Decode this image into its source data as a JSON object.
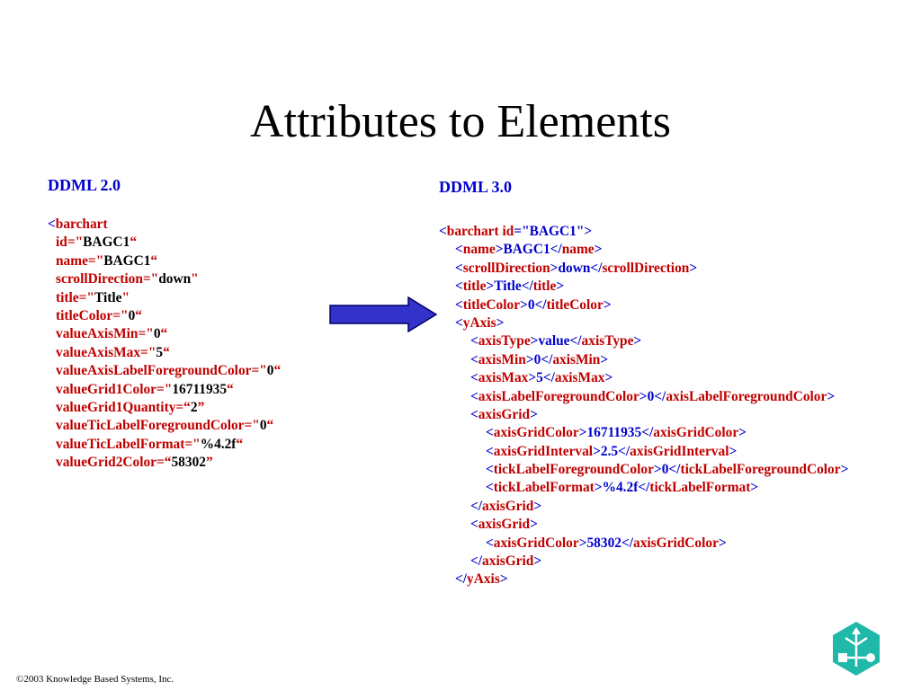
{
  "title": "Attributes to Elements",
  "left": {
    "heading": "DDML 2.0",
    "lines": [
      [
        {
          "t": "<",
          "c": "blue"
        },
        {
          "t": "barchart",
          "c": "red"
        }
      ],
      [
        {
          "t": "id=",
          "c": "red"
        },
        {
          "t": "\"",
          "c": "red"
        },
        {
          "t": "BAGC1",
          "c": "black"
        },
        {
          "t": "“",
          "c": "red"
        }
      ],
      [
        {
          "t": "name=",
          "c": "red"
        },
        {
          "t": "\"",
          "c": "red"
        },
        {
          "t": "BAGC1",
          "c": "black"
        },
        {
          "t": "“",
          "c": "red"
        }
      ],
      [
        {
          "t": "scrollDirection=",
          "c": "red"
        },
        {
          "t": "\"",
          "c": "red"
        },
        {
          "t": "down",
          "c": "black"
        },
        {
          "t": "\"",
          "c": "red"
        }
      ],
      [
        {
          "t": "title=",
          "c": "red"
        },
        {
          "t": "\"",
          "c": "red"
        },
        {
          "t": "Title",
          "c": "black"
        },
        {
          "t": "\"",
          "c": "red"
        }
      ],
      [
        {
          "t": "titleColor=",
          "c": "red"
        },
        {
          "t": "\"",
          "c": "red"
        },
        {
          "t": "0",
          "c": "black"
        },
        {
          "t": "“",
          "c": "red"
        }
      ],
      [
        {
          "t": "valueAxisMin=",
          "c": "red"
        },
        {
          "t": "\"",
          "c": "red"
        },
        {
          "t": "0",
          "c": "black"
        },
        {
          "t": "“",
          "c": "red"
        }
      ],
      [
        {
          "t": "valueAxisMax=",
          "c": "red"
        },
        {
          "t": "\"",
          "c": "red"
        },
        {
          "t": "5",
          "c": "black"
        },
        {
          "t": "“",
          "c": "red"
        }
      ],
      [
        {
          "t": "valueAxisLabelForegroundColor=",
          "c": "red"
        },
        {
          "t": "\"",
          "c": "red"
        },
        {
          "t": "0",
          "c": "black"
        },
        {
          "t": "“",
          "c": "red"
        }
      ],
      [
        {
          "t": "valueGrid1Color=",
          "c": "red"
        },
        {
          "t": "\"",
          "c": "red"
        },
        {
          "t": "16711935",
          "c": "black"
        },
        {
          "t": "“",
          "c": "red"
        }
      ],
      [
        {
          "t": "valueGrid1Quantity=",
          "c": "red"
        },
        {
          "t": "“",
          "c": "red"
        },
        {
          "t": "2",
          "c": "black"
        },
        {
          "t": "”",
          "c": "red"
        }
      ],
      [
        {
          "t": "valueTicLabelForegroundColor=",
          "c": "red"
        },
        {
          "t": "\"",
          "c": "red"
        },
        {
          "t": "0",
          "c": "black"
        },
        {
          "t": "“",
          "c": "red"
        }
      ],
      [
        {
          "t": "valueTicLabelFormat=",
          "c": "red"
        },
        {
          "t": "\"",
          "c": "red"
        },
        {
          "t": "%4.2f",
          "c": "black"
        },
        {
          "t": "“",
          "c": "red"
        }
      ],
      [
        {
          "t": "valueGrid2Color=",
          "c": "red"
        },
        {
          "t": "“",
          "c": "red"
        },
        {
          "t": "58302",
          "c": "black"
        },
        {
          "t": "”",
          "c": "red"
        }
      ]
    ]
  },
  "right": {
    "heading": "DDML 3.0",
    "lines": [
      {
        "indent": 0,
        "parts": [
          {
            "t": "<",
            "c": "blue"
          },
          {
            "t": "barchart id",
            "c": "red"
          },
          {
            "t": "=\"",
            "c": "blue"
          },
          {
            "t": "BAGC1",
            "c": "blue"
          },
          {
            "t": "\">",
            "c": "blue"
          }
        ]
      },
      {
        "indent": 1,
        "parts": [
          {
            "t": "<",
            "c": "blue"
          },
          {
            "t": "name",
            "c": "red"
          },
          {
            "t": ">",
            "c": "blue"
          },
          {
            "t": "BAGC1",
            "c": "blue"
          },
          {
            "t": "</",
            "c": "blue"
          },
          {
            "t": "name",
            "c": "red"
          },
          {
            "t": ">",
            "c": "blue"
          }
        ]
      },
      {
        "indent": 1,
        "parts": [
          {
            "t": "<",
            "c": "blue"
          },
          {
            "t": "scrollDirection",
            "c": "red"
          },
          {
            "t": ">",
            "c": "blue"
          },
          {
            "t": "down",
            "c": "blue"
          },
          {
            "t": "</",
            "c": "blue"
          },
          {
            "t": "scrollDirection",
            "c": "red"
          },
          {
            "t": ">",
            "c": "blue"
          }
        ]
      },
      {
        "indent": 1,
        "parts": [
          {
            "t": "<",
            "c": "blue"
          },
          {
            "t": "title",
            "c": "red"
          },
          {
            "t": ">",
            "c": "blue"
          },
          {
            "t": "Title",
            "c": "blue"
          },
          {
            "t": "</",
            "c": "blue"
          },
          {
            "t": "title",
            "c": "red"
          },
          {
            "t": ">",
            "c": "blue"
          }
        ]
      },
      {
        "indent": 1,
        "parts": [
          {
            "t": "<",
            "c": "blue"
          },
          {
            "t": "titleColor",
            "c": "red"
          },
          {
            "t": ">",
            "c": "blue"
          },
          {
            "t": "0",
            "c": "blue"
          },
          {
            "t": "</",
            "c": "blue"
          },
          {
            "t": "titleColor",
            "c": "red"
          },
          {
            "t": ">",
            "c": "blue"
          }
        ]
      },
      {
        "indent": 1,
        "parts": [
          {
            "t": "<",
            "c": "blue"
          },
          {
            "t": "yAxis",
            "c": "red"
          },
          {
            "t": ">",
            "c": "blue"
          }
        ]
      },
      {
        "indent": 2,
        "parts": [
          {
            "t": "<",
            "c": "blue"
          },
          {
            "t": "axisType",
            "c": "red"
          },
          {
            "t": ">",
            "c": "blue"
          },
          {
            "t": "value",
            "c": "blue"
          },
          {
            "t": "</",
            "c": "blue"
          },
          {
            "t": "axisType",
            "c": "red"
          },
          {
            "t": ">",
            "c": "blue"
          }
        ]
      },
      {
        "indent": 2,
        "parts": [
          {
            "t": "<",
            "c": "blue"
          },
          {
            "t": "axisMin",
            "c": "red"
          },
          {
            "t": ">",
            "c": "blue"
          },
          {
            "t": "0",
            "c": "blue"
          },
          {
            "t": "</",
            "c": "blue"
          },
          {
            "t": "axisMin",
            "c": "red"
          },
          {
            "t": ">",
            "c": "blue"
          }
        ]
      },
      {
        "indent": 2,
        "parts": [
          {
            "t": "<",
            "c": "blue"
          },
          {
            "t": "axisMax",
            "c": "red"
          },
          {
            "t": ">",
            "c": "blue"
          },
          {
            "t": "5",
            "c": "blue"
          },
          {
            "t": "</",
            "c": "blue"
          },
          {
            "t": "axisMax",
            "c": "red"
          },
          {
            "t": ">",
            "c": "blue"
          }
        ]
      },
      {
        "indent": 2,
        "parts": [
          {
            "t": "<",
            "c": "blue"
          },
          {
            "t": "axisLabelForegroundColor",
            "c": "red"
          },
          {
            "t": ">",
            "c": "blue"
          },
          {
            "t": "0",
            "c": "blue"
          },
          {
            "t": "</",
            "c": "blue"
          },
          {
            "t": "axisLabelForegroundColor",
            "c": "red"
          },
          {
            "t": ">",
            "c": "blue"
          }
        ]
      },
      {
        "indent": 2,
        "parts": [
          {
            "t": "<",
            "c": "blue"
          },
          {
            "t": "axisGrid",
            "c": "red"
          },
          {
            "t": ">",
            "c": "blue"
          }
        ]
      },
      {
        "indent": 3,
        "parts": [
          {
            "t": "<",
            "c": "blue"
          },
          {
            "t": "axisGridColor",
            "c": "red"
          },
          {
            "t": ">",
            "c": "blue"
          },
          {
            "t": "16711935",
            "c": "blue"
          },
          {
            "t": "</",
            "c": "blue"
          },
          {
            "t": "axisGridColor",
            "c": "red"
          },
          {
            "t": ">",
            "c": "blue"
          }
        ]
      },
      {
        "indent": 3,
        "parts": [
          {
            "t": "<",
            "c": "blue"
          },
          {
            "t": "axisGridInterval",
            "c": "red"
          },
          {
            "t": ">",
            "c": "blue"
          },
          {
            "t": "2.5",
            "c": "blue"
          },
          {
            "t": "</",
            "c": "blue"
          },
          {
            "t": "axisGridInterval",
            "c": "red"
          },
          {
            "t": ">",
            "c": "blue"
          }
        ]
      },
      {
        "indent": 3,
        "parts": [
          {
            "t": "<",
            "c": "blue"
          },
          {
            "t": "tickLabelForegroundColor",
            "c": "red"
          },
          {
            "t": ">",
            "c": "blue"
          },
          {
            "t": "0",
            "c": "blue"
          },
          {
            "t": "</",
            "c": "blue"
          },
          {
            "t": "tickLabelForegroundColor",
            "c": "red"
          },
          {
            "t": ">",
            "c": "blue"
          }
        ]
      },
      {
        "indent": 3,
        "parts": [
          {
            "t": "<",
            "c": "blue"
          },
          {
            "t": "tickLabelFormat",
            "c": "red"
          },
          {
            "t": ">",
            "c": "blue"
          },
          {
            "t": "%4.2f",
            "c": "blue"
          },
          {
            "t": "</",
            "c": "blue"
          },
          {
            "t": "tickLabelFormat",
            "c": "red"
          },
          {
            "t": ">",
            "c": "blue"
          }
        ]
      },
      {
        "indent": 2,
        "parts": [
          {
            "t": "</",
            "c": "blue"
          },
          {
            "t": "axisGrid",
            "c": "red"
          },
          {
            "t": ">",
            "c": "blue"
          }
        ]
      },
      {
        "indent": 2,
        "parts": [
          {
            "t": "<",
            "c": "blue"
          },
          {
            "t": "axisGrid",
            "c": "red"
          },
          {
            "t": ">",
            "c": "blue"
          }
        ]
      },
      {
        "indent": 3,
        "parts": [
          {
            "t": "<",
            "c": "blue"
          },
          {
            "t": "axisGridColor",
            "c": "red"
          },
          {
            "t": ">",
            "c": "blue"
          },
          {
            "t": "58302",
            "c": "blue"
          },
          {
            "t": "</",
            "c": "blue"
          },
          {
            "t": "axisGridColor",
            "c": "red"
          },
          {
            "t": ">",
            "c": "blue"
          }
        ]
      },
      {
        "indent": 2,
        "parts": [
          {
            "t": "</",
            "c": "blue"
          },
          {
            "t": "axisGrid",
            "c": "red"
          },
          {
            "t": ">",
            "c": "blue"
          }
        ]
      },
      {
        "indent": 1,
        "parts": [
          {
            "t": "</",
            "c": "blue"
          },
          {
            "t": "yAxis",
            "c": "red"
          },
          {
            "t": ">",
            "c": "blue"
          }
        ]
      }
    ]
  },
  "arrow_icon": "right-arrow-icon",
  "logo_icon": "knowledge-based-systems-logo",
  "colors": {
    "tag": "#c00000",
    "markup": "#0000cc",
    "value": "#000000",
    "arrow": "#3333cc",
    "logo": "#20b8a8"
  },
  "footer": "©2003 Knowledge Based Systems, Inc."
}
